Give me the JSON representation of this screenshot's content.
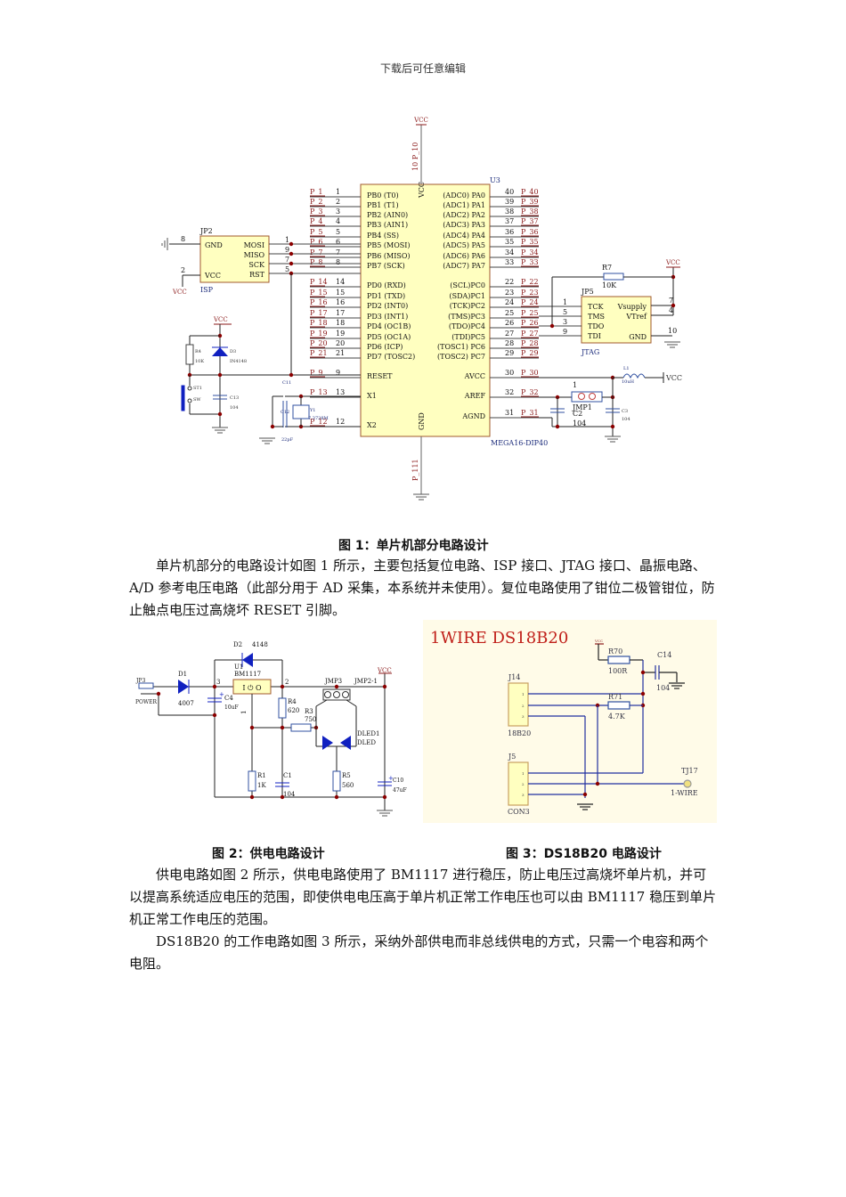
{
  "header": {
    "text": "下载后可任意编辑"
  },
  "figure1": {
    "caption": "图 1：单片机部分电路设计",
    "chip": {
      "ref": "U3",
      "part": "MEGA16-DIP40",
      "vcc_label": "VCC",
      "gnd_label": "GND",
      "left_pins": [
        {
          "net": "P_1",
          "num": "1",
          "name": "PB0 (T0)"
        },
        {
          "net": "P_2",
          "num": "2",
          "name": "PB1 (T1)"
        },
        {
          "net": "P_3",
          "num": "3",
          "name": "PB2 (AIN0)"
        },
        {
          "net": "P_4",
          "num": "4",
          "name": "PB3 (AIN1)"
        },
        {
          "net": "P_5",
          "num": "5",
          "name": "PB4 (SS)"
        },
        {
          "net": "P_6",
          "num": "6",
          "name": "PB5 (MOSI)"
        },
        {
          "net": "P_7",
          "num": "7",
          "name": "PB6 (MISO)"
        },
        {
          "net": "P_8",
          "num": "8",
          "name": "PB7 (SCK)"
        },
        {
          "net": "P_14",
          "num": "14",
          "name": "PD0 (RXD)"
        },
        {
          "net": "P_15",
          "num": "15",
          "name": "PD1 (TXD)"
        },
        {
          "net": "P_16",
          "num": "16",
          "name": "PD2 (INT0)"
        },
        {
          "net": "P_17",
          "num": "17",
          "name": "PD3 (INT1)"
        },
        {
          "net": "P_18",
          "num": "18",
          "name": "PD4 (OC1B)"
        },
        {
          "net": "P_19",
          "num": "19",
          "name": "PD5 (OC1A)"
        },
        {
          "net": "P_20",
          "num": "20",
          "name": "PD6 (ICP)"
        },
        {
          "net": "P_21",
          "num": "21",
          "name": "PD7 (TOSC2)"
        },
        {
          "net": "P_9",
          "num": "9",
          "name": "RESET"
        },
        {
          "net": "P_13",
          "num": "13",
          "name": "X1"
        },
        {
          "net": "P_12",
          "num": "12",
          "name": "X2"
        }
      ],
      "right_pins": [
        {
          "net": "P_40",
          "num": "40",
          "name": "(ADC0) PA0"
        },
        {
          "net": "P_39",
          "num": "39",
          "name": "(ADC1) PA1"
        },
        {
          "net": "P_38",
          "num": "38",
          "name": "(ADC2) PA2"
        },
        {
          "net": "P_37",
          "num": "37",
          "name": "(ADC3) PA3"
        },
        {
          "net": "P_36",
          "num": "36",
          "name": "(ADC4) PA4"
        },
        {
          "net": "P_35",
          "num": "35",
          "name": "(ADC5) PA5"
        },
        {
          "net": "P_34",
          "num": "34",
          "name": "(ADC6) PA6"
        },
        {
          "net": "P_33",
          "num": "33",
          "name": "(ADC7) PA7"
        },
        {
          "net": "P_22",
          "num": "22",
          "name": "(SCL)PC0"
        },
        {
          "net": "P_23",
          "num": "23",
          "name": "(SDA)PC1"
        },
        {
          "net": "P_24",
          "num": "24",
          "name": "(TCK)PC2"
        },
        {
          "net": "P_25",
          "num": "25",
          "name": "(TMS)PC3"
        },
        {
          "net": "P_26",
          "num": "26",
          "name": "(TDO)PC4"
        },
        {
          "net": "P_27",
          "num": "27",
          "name": "(TDI)PC5"
        },
        {
          "net": "P_28",
          "num": "28",
          "name": "(TOSC1) PC6"
        },
        {
          "net": "P_29",
          "num": "29",
          "name": "(TOSC2) PC7"
        },
        {
          "net": "P_30",
          "num": "30",
          "name": "AVCC"
        },
        {
          "net": "P_32",
          "num": "32",
          "name": "AREF"
        },
        {
          "net": "P_31",
          "num": "31",
          "name": "AGND"
        }
      ],
      "top_pin": {
        "net": "P_10",
        "num": "10"
      },
      "bottom_pin": {
        "net": "P_111",
        "num": ""
      }
    },
    "isp": {
      "ref": "JP2",
      "label": "ISP",
      "pins": [
        "GND",
        "VCC",
        "MOSI",
        "MISO",
        "SCK",
        "RST"
      ],
      "nums": [
        "8",
        "2",
        "1",
        "9",
        "7",
        "5"
      ]
    },
    "jtag": {
      "ref": "JP5",
      "label": "JTAG",
      "left": [
        "TCK",
        "TMS",
        "TDO",
        "TDI"
      ],
      "left_nums": [
        "1",
        "5",
        "3",
        "9"
      ],
      "right": [
        "Vsupply",
        "VTref",
        "GND"
      ],
      "right_nums": [
        "7",
        "4",
        "10"
      ]
    },
    "r7": {
      "ref": "R7",
      "value": "10K"
    },
    "reset": {
      "r": "R4",
      "rv": "10K",
      "d": "D3",
      "dv": "IN4148",
      "sw": "ST1",
      "swv": "SW",
      "c": "C13",
      "cv": "104"
    },
    "xtal": {
      "c1": "C11",
      "c2": "C12",
      "cv": "22pF",
      "y": "Y1",
      "yv": "7.3728M"
    },
    "aref": {
      "l": "L1",
      "lv": "10uH",
      "jmp": "JMP1",
      "jmp_num": "1",
      "c2": "C2",
      "c2v": "104",
      "c3": "C3",
      "c3v": "104"
    },
    "vcc": "VCC"
  },
  "paragraph1": "单片机部分的电路设计如图 1 所示，主要包括复位电路、ISP 接口、JTAG 接口、晶振电路、A/D 参考电压电路（此部分用于 AD 采集，本系统并未使用）。复位电路使用了钳位二极管钳位，防止触点电压过高烧坏 RESET 引脚。",
  "figure2": {
    "caption": "图 2：供电电路设计",
    "labels": {
      "jp3": "JP3",
      "power": "POWER",
      "d1": "D1",
      "d1v": "4007",
      "d2": "D2",
      "d2v": "4148",
      "u1": "U1",
      "u1v": "BM1117",
      "pin3": "3",
      "pin2": "2",
      "pin1": "1",
      "c4": "C4",
      "c4v": "10uF",
      "r4": "R4",
      "r4v": "620",
      "r3": "R3",
      "r3v": "750",
      "jmp3": "JMP3",
      "jmp21": "JMP2-1",
      "vcc": "VCC",
      "dled": "DLED1",
      "dledv": "DLED",
      "r1": "R1",
      "r1v": "1K",
      "c1": "C1",
      "c1v": "104",
      "r5": "R5",
      "r5v": "560",
      "c10": "C10",
      "c10v": "47uF",
      "reg_text": "I  ⏻ O"
    }
  },
  "figure3": {
    "caption": "图 3：DS18B20 电路设计",
    "title": "1WIRE DS18B20",
    "labels": {
      "vcc": "VCC",
      "r70": "R70",
      "r70v": "100R",
      "c14": "C14",
      "c14v": "104",
      "j14": "J14",
      "j14v": "18B20",
      "r71": "R71",
      "r71v": "4.7K",
      "j5": "J5",
      "j5v": "CON3",
      "tj17": "TJ17",
      "tj17v": "1-WIRE"
    },
    "pins": [
      "1",
      "2",
      "3"
    ]
  },
  "paragraph2": "供电电路如图 2 所示，供电电路使用了 BM1117 进行稳压，防止电压过高烧坏单片机，并可以提高系统适应电压的范围，即使供电电压高于单片机正常工作电压也可以由 BM1117 稳压到单片机正常工作电压的范围。",
  "paragraph3": "DS18B20 的工作电路如图 3 所示，采纳外部供电而非总线供电的方式，只需一个电容和两个电阻。",
  "colors": {
    "chip_fill": "#ffffc0",
    "chip_border": "#a05a2c",
    "net_label": "#8b1a1a",
    "wire": "#222222",
    "blue": "#1020c0",
    "junction": "#8b0000",
    "fig3_bg": "#fffbe8",
    "fig3_title": "#c0201a"
  }
}
